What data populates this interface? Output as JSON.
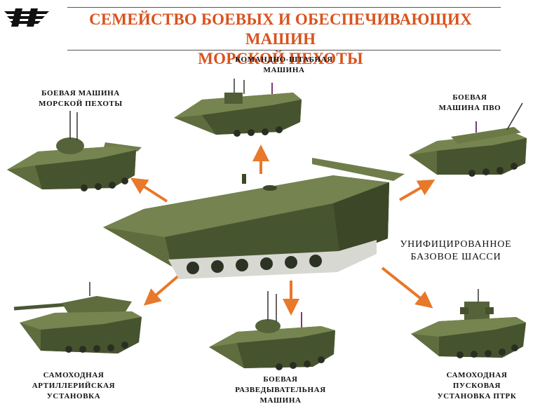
{
  "title": {
    "line1": "СЕМЕЙСТВО БОЕВЫХ И ОБЕСПЕЧИВАЮЩИХ МАШИН",
    "line2": "МОРСКОЙ ПЕХОТЫ"
  },
  "colors": {
    "title": "#d9531e",
    "arrow": "#e8782a",
    "hull_light": "#6b7a48",
    "hull_dark": "#3f4a2a",
    "track": "#2a2e22"
  },
  "center": {
    "line1": "УНИФИЦИРОВАННОЕ",
    "line2": "БАЗОВОЕ ШАССИ"
  },
  "vehicles": {
    "command": {
      "line1": "КОМАНДНО-ШТАБНАЯ",
      "line2": "МАШИНА"
    },
    "ifv": {
      "line1": "БОЕВАЯ МАШИНА",
      "line2": "МОРСКОЙ ПЕХОТЫ"
    },
    "aa": {
      "line1": "БОЕВАЯ",
      "line2": "МАШИНА ПВО"
    },
    "artillery": {
      "line1": "САМОХОДНАЯ",
      "line2": "АРТИЛЛЕРИЙСКАЯ",
      "line3": "УСТАНОВКА"
    },
    "recon": {
      "line1": "БОЕВАЯ",
      "line2": "РАЗВЕДЫВАТЕЛЬНАЯ",
      "line3": "МАШИНА"
    },
    "atgm": {
      "line1": "САМОХОДНАЯ",
      "line2": "ПУСКОВАЯ",
      "line3": "УСТАНОВКА ПТРК"
    }
  }
}
